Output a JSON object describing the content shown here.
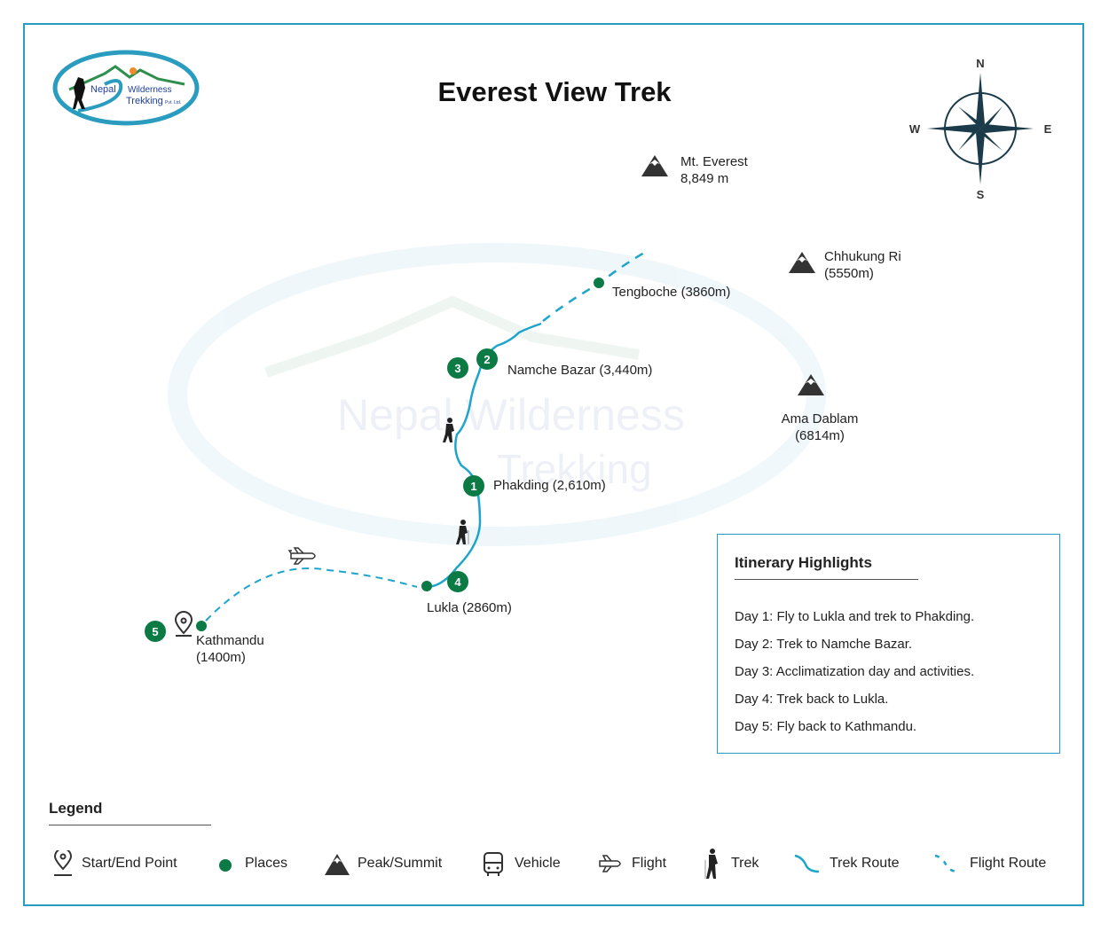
{
  "title": "Everest View Trek",
  "logo": {
    "line1": "Nepal",
    "line2": "Wilderness",
    "line3": "Trekking",
    "suffix": "Pvt. Ltd."
  },
  "compass": {
    "n": "N",
    "e": "E",
    "s": "S",
    "w": "W"
  },
  "peaks": [
    {
      "name": "Mt. Everest",
      "elev": "8,849 m"
    },
    {
      "name": "Chhukung Ri",
      "elev": "(5550m)"
    },
    {
      "name": "Ama Dablam",
      "elev": "(6814m)"
    }
  ],
  "places": {
    "tengboche": "Tengboche (3860m)",
    "namche": "Namche Bazar (3,440m)",
    "phakding": "Phakding (2,610m)",
    "lukla": "Lukla (2860m)",
    "kathmandu": "Kathmandu",
    "kathmandu_elev": "(1400m)"
  },
  "day_markers": [
    "1",
    "2",
    "3",
    "4",
    "5"
  ],
  "itinerary": {
    "title": "Itinerary Highlights",
    "items": [
      "Day 1: Fly to Lukla and trek to Phakding.",
      "Day 2: Trek to Namche Bazar.",
      "Day 3: Acclimatization day and activities.",
      "Day 4: Trek back to Lukla.",
      "Day 5: Fly back to Kathmandu."
    ]
  },
  "legend": {
    "title": "Legend",
    "items": [
      "Start/End Point",
      "Places",
      "Peak/Summit",
      "Vehicle",
      "Flight",
      "Trek",
      "Trek Route",
      "Flight Route"
    ]
  },
  "colors": {
    "border": "#2a9cc0",
    "route": "#1ea5cc",
    "place": "#0b7a45",
    "peak": "#333333"
  }
}
